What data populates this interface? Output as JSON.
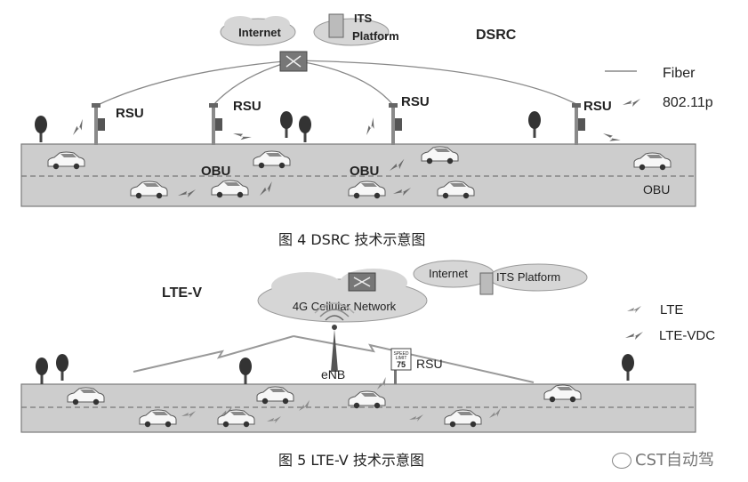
{
  "dsrc": {
    "title": "DSRC",
    "internet": "Internet",
    "its_platform_line1": "ITS",
    "its_platform_line2": "Platform",
    "legend": {
      "fiber": "Fiber",
      "wireless": "802.11p"
    },
    "rsu_labels": [
      "RSU",
      "RSU",
      "RSU",
      "RSU"
    ],
    "obu_labels": [
      "OBU",
      "OBU",
      "OBU"
    ],
    "caption": "图 4 DSRC 技术示意图"
  },
  "ltev": {
    "title": "LTE-V",
    "cloud_label": "4G Cellular Network",
    "internet": "Internet",
    "its_platform": "ITS Platform",
    "enb": "eNB",
    "rsu": "RSU",
    "speed_sign": {
      "line1": "SPEED",
      "line2": "LIMIT",
      "value": "75"
    },
    "legend": {
      "lte": "LTE",
      "lte_vdc": "LTE-VDC"
    },
    "caption": "图 5 LTE-V 技术示意图"
  },
  "watermark": "CST自动驾",
  "colors": {
    "road": "#cdcdcd",
    "road_edge": "#7a7a7a",
    "bolt": "#6b6b6b",
    "cloud": "#d6d6d6"
  }
}
